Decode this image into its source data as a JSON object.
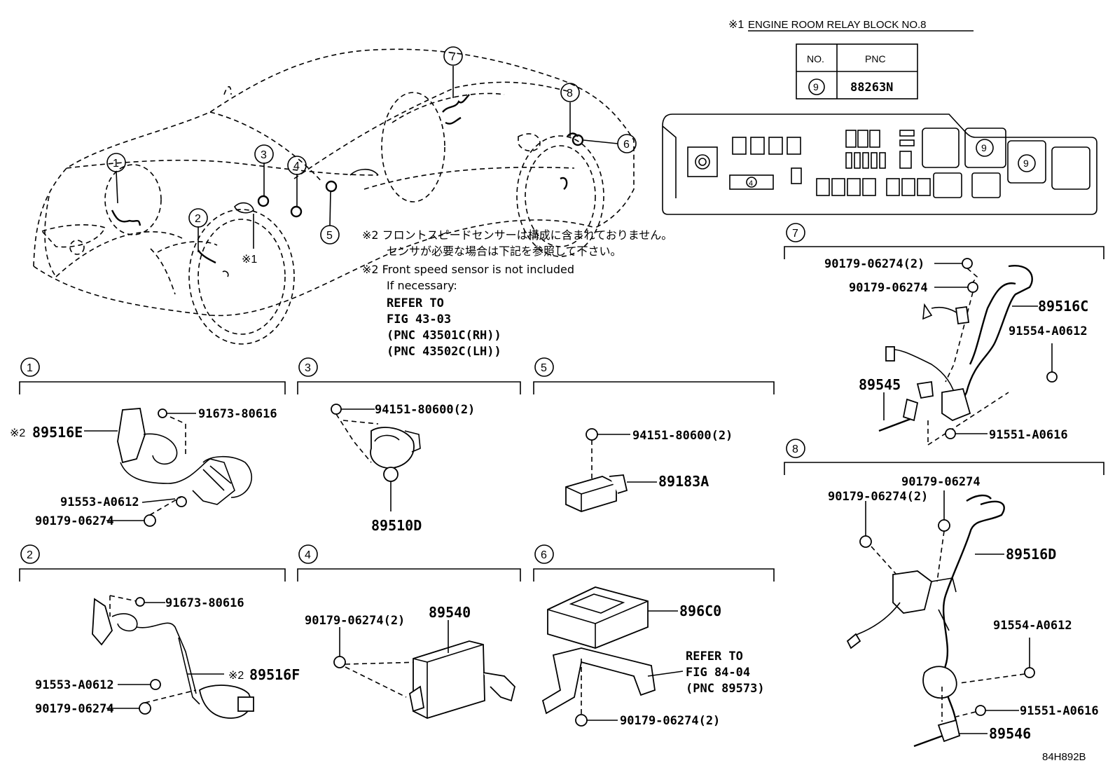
{
  "title": {
    "mark": "※1",
    "text": "ENGINE ROOM RELAY BLOCK NO.8"
  },
  "relay_table": {
    "headers": [
      "NO.",
      "PNC"
    ],
    "rows": [
      {
        "no": "9",
        "pnc": "88263N"
      }
    ]
  },
  "relay_block_labels": [
    "4",
    "9",
    "9"
  ],
  "car_callouts": [
    "1",
    "2",
    "3",
    "4",
    "5",
    "6",
    "7",
    "8"
  ],
  "car_marker": "※1",
  "notes": {
    "jp_line1": "※2 フロントスピードセンサーは構成に含まれておりません。",
    "jp_line2": "センサが必要な場合は下記を参照して下さい。",
    "en_line1": "※2 Front speed sensor is not included",
    "en_line2": "If necessary:",
    "refer_line1": "REFER TO",
    "refer_line2": "FIG 43-03",
    "refer_line3": "(PNC 43501C(RH))",
    "refer_line4": "(PNC 43502C(LH))"
  },
  "sections": {
    "s1": {
      "num": "1",
      "parts": {
        "a": "91673-80616",
        "b": "89516E",
        "b_mark": "※2",
        "c": "91553-A0612",
        "d": "90179-06274"
      }
    },
    "s2": {
      "num": "2",
      "parts": {
        "a": "91673-80616",
        "b": "89516F",
        "b_mark": "※2",
        "c": "91553-A0612",
        "d": "90179-06274"
      }
    },
    "s3": {
      "num": "3",
      "parts": {
        "a": "94151-80600(2)",
        "b": "89510D"
      }
    },
    "s4": {
      "num": "4",
      "parts": {
        "a": "90179-06274(2)",
        "b": "89540"
      }
    },
    "s5": {
      "num": "5",
      "parts": {
        "a": "94151-80600(2)",
        "b": "89183A"
      }
    },
    "s6": {
      "num": "6",
      "parts": {
        "a": "896C0",
        "b": "90179-06274(2)"
      },
      "refer": {
        "l1": "REFER TO",
        "l2": "FIG 84-04",
        "l3": "(PNC 89573)"
      }
    },
    "s7": {
      "num": "7",
      "parts": {
        "a": "90179-06274(2)",
        "b": "90179-06274",
        "c": "89516C",
        "d": "91554-A0612",
        "e": "89545",
        "f": "91551-A0616"
      }
    },
    "s8": {
      "num": "8",
      "parts": {
        "a": "90179-06274",
        "b": "90179-06274(2)",
        "c": "89516D",
        "d": "91554-A0612",
        "e": "91551-A0616",
        "f": "89546"
      }
    }
  },
  "figure_id": "84H892B"
}
